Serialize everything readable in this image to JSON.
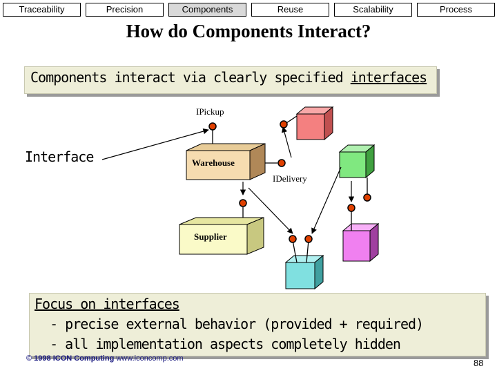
{
  "nav": {
    "tabs": [
      "Traceability",
      "Precision",
      "Components",
      "Reuse",
      "Scalability",
      "Process"
    ],
    "active": "Components"
  },
  "title": "How do Components Interact?",
  "callout_top": {
    "text_before": "Components interact via clearly specified ",
    "text_underlined": "interfaces"
  },
  "diagram": {
    "labels": {
      "ipickup": "IPickup",
      "idelivery": "IDelivery",
      "interface": "Interface",
      "warehouse": "Warehouse",
      "supplier": "Supplier"
    },
    "colors": {
      "warehouse": "#f6dcb0",
      "supplier": "#fafac8",
      "red_box": "#f48080",
      "green_box": "#80e880",
      "pink_box": "#f080f0",
      "cyan_box": "#80e0e0",
      "port": "#e04000"
    }
  },
  "callout_bottom": {
    "lines": [
      "Focus on interfaces",
      "  - precise external behavior (provided + required)",
      "  - all implementation aspects completely hidden"
    ]
  },
  "footer": {
    "copyright": "© 1998 ICON Computing",
    "url": "www.iconcomp.com",
    "page_number": "88"
  }
}
